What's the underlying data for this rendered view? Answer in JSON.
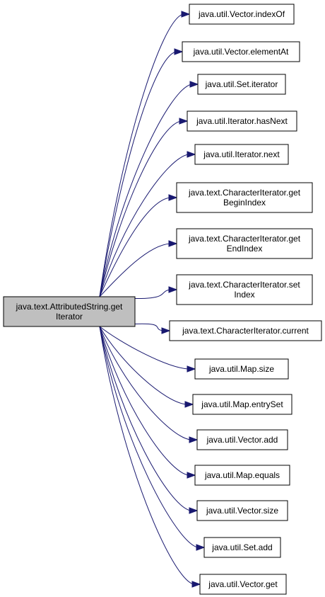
{
  "diagram": {
    "root": {
      "lines": [
        "java.text.AttributedString.get",
        "Iterator"
      ]
    },
    "callees": [
      {
        "lines": [
          "java.util.Vector.indexOf"
        ]
      },
      {
        "lines": [
          "java.util.Vector.elementAt"
        ]
      },
      {
        "lines": [
          "java.util.Set.iterator"
        ]
      },
      {
        "lines": [
          "java.util.Iterator.hasNext"
        ]
      },
      {
        "lines": [
          "java.util.Iterator.next"
        ]
      },
      {
        "lines": [
          "java.text.CharacterIterator.get",
          "BeginIndex"
        ]
      },
      {
        "lines": [
          "java.text.CharacterIterator.get",
          "EndIndex"
        ]
      },
      {
        "lines": [
          "java.text.CharacterIterator.set",
          "Index"
        ]
      },
      {
        "lines": [
          "java.text.CharacterIterator.current"
        ]
      },
      {
        "lines": [
          "java.util.Map.size"
        ]
      },
      {
        "lines": [
          "java.util.Map.entrySet"
        ]
      },
      {
        "lines": [
          "java.util.Vector.add"
        ]
      },
      {
        "lines": [
          "java.util.Map.equals"
        ]
      },
      {
        "lines": [
          "java.util.Vector.size"
        ]
      },
      {
        "lines": [
          "java.util.Set.add"
        ]
      },
      {
        "lines": [
          "java.util.Vector.get"
        ]
      }
    ],
    "colors": {
      "edge": "#191970",
      "root_fill": "#bfbfbf",
      "node_fill": "#ffffff",
      "border": "#000000"
    }
  }
}
